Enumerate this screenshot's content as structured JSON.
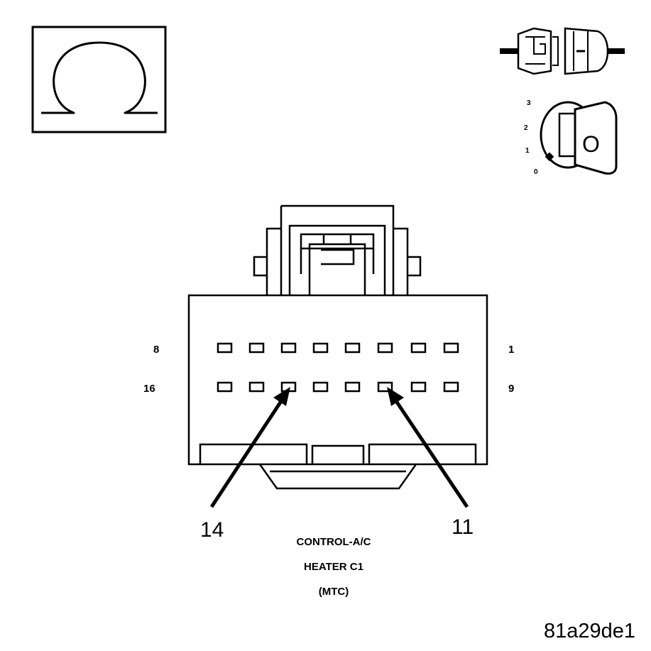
{
  "connector": {
    "pin_top_left": "8",
    "pin_top_right": "1",
    "pin_bottom_left": "16",
    "pin_bottom_right": "9",
    "callout_left": "14",
    "callout_right": "11",
    "caption_line1": "CONTROL-A/C",
    "caption_line2": "HEATER C1",
    "caption_line3": "(MTC)"
  },
  "ignition": {
    "positions": [
      "3",
      "2",
      "1",
      "0"
    ],
    "key_letter": "O"
  },
  "figure_id": "81a29de1",
  "icons": [
    "ohmmeter-icon",
    "disconnected-connector-icon",
    "ignition-key-off-icon"
  ]
}
